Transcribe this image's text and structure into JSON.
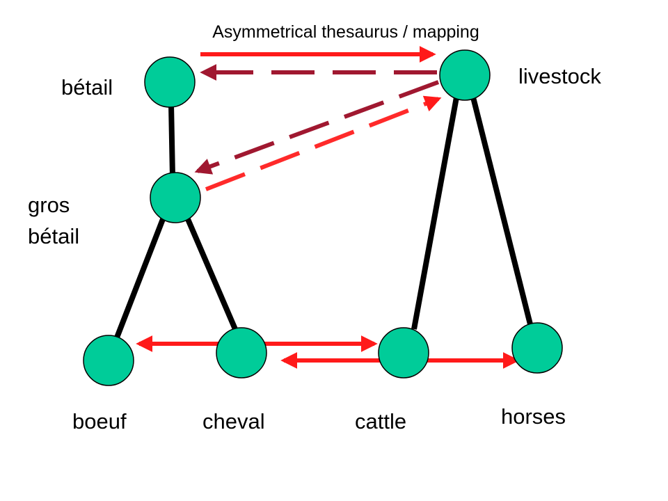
{
  "title": "Asymmetrical thesaurus / mapping",
  "colors": {
    "node_fill": "#00cc99",
    "node_stroke": "#000000",
    "edge": "#000000",
    "arrow_solid": "#ff1a1a",
    "arrow_dashed_dark": "#a01830",
    "arrow_dashed_light": "#ff2a2a",
    "background": "#ffffff"
  },
  "nodes": {
    "betail": {
      "label": "bétail"
    },
    "gros_betail": {
      "label_line1": "gros",
      "label_line2": "bétail"
    },
    "boeuf": {
      "label": "boeuf"
    },
    "cheval": {
      "label": "cheval"
    },
    "livestock": {
      "label": "livestock"
    },
    "cattle": {
      "label": "cattle"
    },
    "horses": {
      "label": "horses"
    }
  },
  "hierarchy_edges": [
    {
      "from": "betail",
      "to": "gros_betail"
    },
    {
      "from": "gros_betail",
      "to": "boeuf"
    },
    {
      "from": "gros_betail",
      "to": "cheval"
    },
    {
      "from": "livestock",
      "to": "cattle"
    },
    {
      "from": "livestock",
      "to": "horses"
    }
  ],
  "mappings": [
    {
      "from": "betail",
      "to": "livestock",
      "style": "solid",
      "direction": "forward"
    },
    {
      "from": "livestock",
      "to": "betail",
      "style": "dashed",
      "direction": "forward"
    },
    {
      "from": "livestock",
      "to": "gros_betail",
      "style": "dashed",
      "direction": "forward"
    },
    {
      "from": "gros_betail",
      "to": "livestock",
      "style": "dashed",
      "direction": "forward"
    },
    {
      "from": "boeuf",
      "to": "cattle",
      "style": "solid",
      "direction": "both"
    },
    {
      "from": "cheval",
      "to": "horses",
      "style": "solid",
      "direction": "both"
    }
  ]
}
